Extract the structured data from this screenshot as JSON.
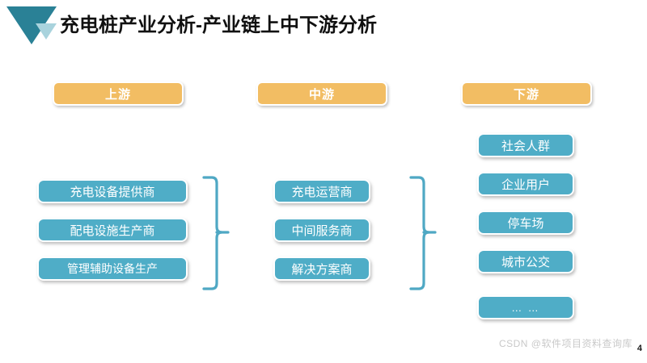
{
  "slide": {
    "title": "充电桩产业分析-产业链上中下游分析",
    "page_number": "4",
    "watermark": "CSDN @软件项目资料查询库",
    "colors": {
      "logo_primary": "#2a8196",
      "logo_secondary": "#a9d3dd",
      "header_pill": "#f2bd63",
      "item_box": "#4fadc7",
      "brace": "#4fa8c4",
      "title_text": "#101010"
    }
  },
  "columns": [
    {
      "id": "upstream",
      "header": "上游",
      "items": [
        {
          "label": "充电设备提供商"
        },
        {
          "label": "配电设施生产商"
        },
        {
          "label": "管理辅助设备生产"
        }
      ]
    },
    {
      "id": "midstream",
      "header": "中游",
      "items": [
        {
          "label": "充电运营商"
        },
        {
          "label": "中间服务商"
        },
        {
          "label": "解决方案商"
        }
      ]
    },
    {
      "id": "downstream",
      "header": "下游",
      "items": [
        {
          "label": "社会人群"
        },
        {
          "label": "企业用户"
        },
        {
          "label": "停车场"
        },
        {
          "label": "城市公交"
        },
        {
          "label": "… …"
        }
      ]
    }
  ],
  "connectors": [
    {
      "id": "brace-upstream-to-midstream"
    },
    {
      "id": "brace-midstream-to-downstream"
    }
  ]
}
